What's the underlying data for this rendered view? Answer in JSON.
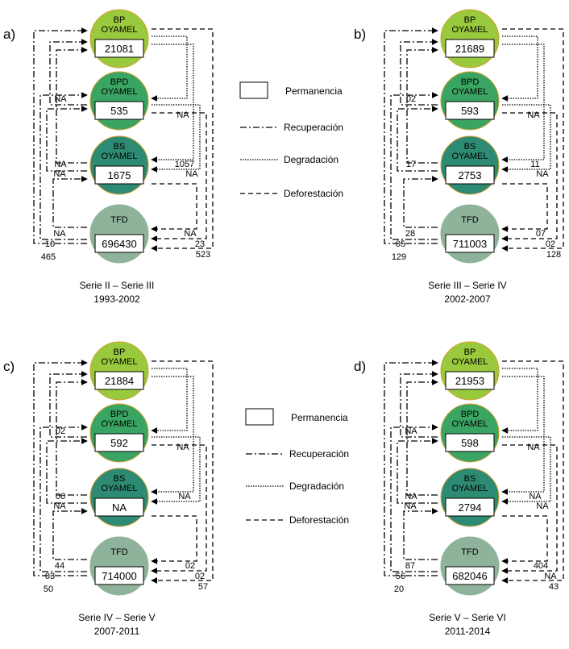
{
  "colors": {
    "bp": "#99c93c",
    "bpd": "#3aa562",
    "bs": "#2e8b73",
    "tfd": "#8fb39a",
    "circle_stroke": "#d8a030",
    "line": "#000000"
  },
  "legend": {
    "permanencia": "Permanencia",
    "recuperacion": "Recuperación",
    "degradacion": "Degradación",
    "deforestacion": "Deforestación"
  },
  "nodes": {
    "bp": {
      "line1": "BP",
      "line2": "OYAMEL"
    },
    "bpd": {
      "line1": "BPD",
      "line2": "OYAMEL"
    },
    "bs": {
      "line1": "BS",
      "line2": "OYAMEL"
    },
    "tfd": {
      "line1": "TFD",
      "line2": ""
    }
  },
  "panels": [
    {
      "letter": "a)",
      "caption1": "Serie II – Serie III",
      "caption2": "1993-2002",
      "values": {
        "bp": "21081",
        "bpd": "535",
        "bs": "1675",
        "tfd": "696430"
      },
      "labels": {
        "rec_bpd_bp": "NA",
        "rec_bs_bp": "NA",
        "rec_bs_bpd": "NA",
        "rec_tfd_bs": "NA",
        "rec_tfd_bpd": "10",
        "rec_tfd_bp": "465",
        "deg_bp_bpd": "NA",
        "deg_bp_bs": "1057",
        "deg_bpd_bs": "NA",
        "def_bs_tfd": "NA",
        "def_bpd_tfd": "23",
        "def_bp_tfd": "523"
      }
    },
    {
      "letter": "b)",
      "caption1": "Serie III – Serie IV",
      "caption2": "2002-2007",
      "values": {
        "bp": "21689",
        "bpd": "593",
        "bs": "2753",
        "tfd": "711003"
      },
      "labels": {
        "rec_bpd_bp": "02",
        "rec_bs_bp": "17",
        "rec_bs_bpd": "",
        "rec_tfd_bs": "28",
        "rec_tfd_bpd": "05",
        "rec_tfd_bp": "129",
        "deg_bp_bpd": "NA",
        "deg_bp_bs": "11",
        "deg_bpd_bs": "NA",
        "def_bs_tfd": "07",
        "def_bpd_tfd": "02",
        "def_bp_tfd": "128"
      }
    },
    {
      "letter": "c)",
      "caption1": "Serie IV – Serie V",
      "caption2": "2007-2011",
      "values": {
        "bp": "21884",
        "bpd": "592",
        "bs": "NA",
        "tfd": "714000"
      },
      "labels": {
        "rec_bpd_bp": "02",
        "rec_bs_bp": "06",
        "rec_bs_bpd": "NA",
        "rec_tfd_bs": "44",
        "rec_tfd_bpd": "03",
        "rec_tfd_bp": "50",
        "deg_bp_bpd": "NA",
        "deg_bp_bs": "NA",
        "deg_bpd_bs": "",
        "def_bs_tfd": "02",
        "def_bpd_tfd": "02",
        "def_bp_tfd": "57"
      }
    },
    {
      "letter": "d)",
      "caption1": "Serie V – Serie VI",
      "caption2": "2011-2014",
      "values": {
        "bp": "21953",
        "bpd": "598",
        "bs": "2794",
        "tfd": "682046"
      },
      "labels": {
        "rec_bpd_bp": "NA",
        "rec_bs_bp": "NA",
        "rec_bs_bpd": "NA",
        "rec_tfd_bs": "87",
        "rec_tfd_bpd": "56",
        "rec_tfd_bp": "20",
        "deg_bp_bpd": "NA",
        "deg_bp_bs": "NA",
        "deg_bpd_bs": "NA",
        "def_bs_tfd": "404",
        "def_bpd_tfd": "NA",
        "def_bp_tfd": "43"
      }
    }
  ]
}
